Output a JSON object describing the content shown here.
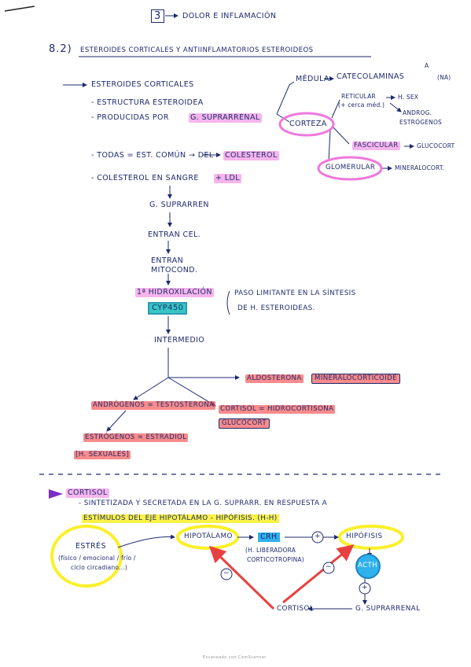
{
  "header": {
    "number": "3",
    "title": "DOLOR E INFLAMACIÓN"
  },
  "section": {
    "number": "8.2)",
    "title": "ESTEROIDES CORTICALES Y ANTIINFLAMATORIOS ESTEROIDEOS"
  },
  "left": {
    "heading": "ESTEROIDES CORTICALES",
    "bullet1": "- ESTRUCTURA ESTEROIDEA",
    "bullet2_prefix": "- PRODUCIDAS POR",
    "bullet2_hl": "G. SUPRARRENAL",
    "bullet3_prefix": "- TODAS = EST. COMÚN → DEL",
    "bullet3_hl": "COLESTEROL",
    "bullet4_prefix": "- COLESTEROL EN SANGRE",
    "bullet4_hl": "+ LDL"
  },
  "gland": {
    "medula": "MÉDULA",
    "catecolaminas": "CATECOLAMINAS",
    "a": "A",
    "na": "(NA)",
    "corteza": "CORTEZA",
    "reticular": "RETICULAR",
    "reticular_sub": "(+ cerca méd.)",
    "h_sex": "H. SEX",
    "androg": "ANDROG.",
    "estrogenos": "ESTRÓGENOS",
    "fascicular": "FASCICULAR",
    "glucocort": "GLUCOCORT",
    "glomerular": "GLOMERULAR",
    "mineralocort": "MINERALOCORT."
  },
  "pathway": {
    "g_suprarren": "G. SUPRARREN",
    "entran_cel": "ENTRAN CEL.",
    "entran_mitocond": "ENTRAN MITOCOND.",
    "hidroxilacion": "1ª HIDROXILACIÓN",
    "cyp450": "CYP450",
    "paso_limitante": "PASO LIMITANTE EN LA SÍNTESIS",
    "paso_limitante2": "DE H. ESTEROIDEAS.",
    "intermedio": "INTERMEDIO",
    "aldosterona": "ALDOSTERONA",
    "mineralocorticoide": "MINERALOCORTICOIDE",
    "androgenos": "ANDRÓGENOS = TESTOSTERONA",
    "cortisol_eq": "CORTISOL = HIDROCORTISONA",
    "glucocort_box": "GLUCOCORT",
    "estrogenos": "ESTRÓGENOS = ESTRADIOL",
    "h_sexuales": "[H. SEXUALES]"
  },
  "cortisol": {
    "heading": "CORTISOL",
    "line1": "- SINTETIZADA Y SECRETADA EN LA G. SUPRARR. EN RESPUESTA A",
    "line2": "ESTÍMULOS DEL EJE HIPOTÁLAMO - HIPÓFISIS. (H-H)",
    "estres": "ESTRÉS",
    "estres_sub1": "(físico / emocional / frío /",
    "estres_sub2": "ciclo circadiano...)",
    "hipotalamo": "HIPOTÁLAMO",
    "crh": "CRH",
    "crh_sub1": "(H. LIBERADORA",
    "crh_sub2": "CORTICOTROPINA)",
    "plus1": "+",
    "hipofisis": "HIPÓFISIS",
    "acth": "ACTH",
    "plus2": "+",
    "minus1": "−",
    "minus2": "−",
    "cortisol_bottom": "CORTISOL",
    "g_suprarrenal": "G. SUPRARRENAL"
  },
  "footer": {
    "scanned": "Escaneado con CamScanner"
  },
  "colors": {
    "ink": "#1e2a6e",
    "pink": "#ee78dc",
    "red": "#f55a5a",
    "yellow": "#faf028",
    "teal": "#36c7c4",
    "blue": "#2fb1ec"
  }
}
